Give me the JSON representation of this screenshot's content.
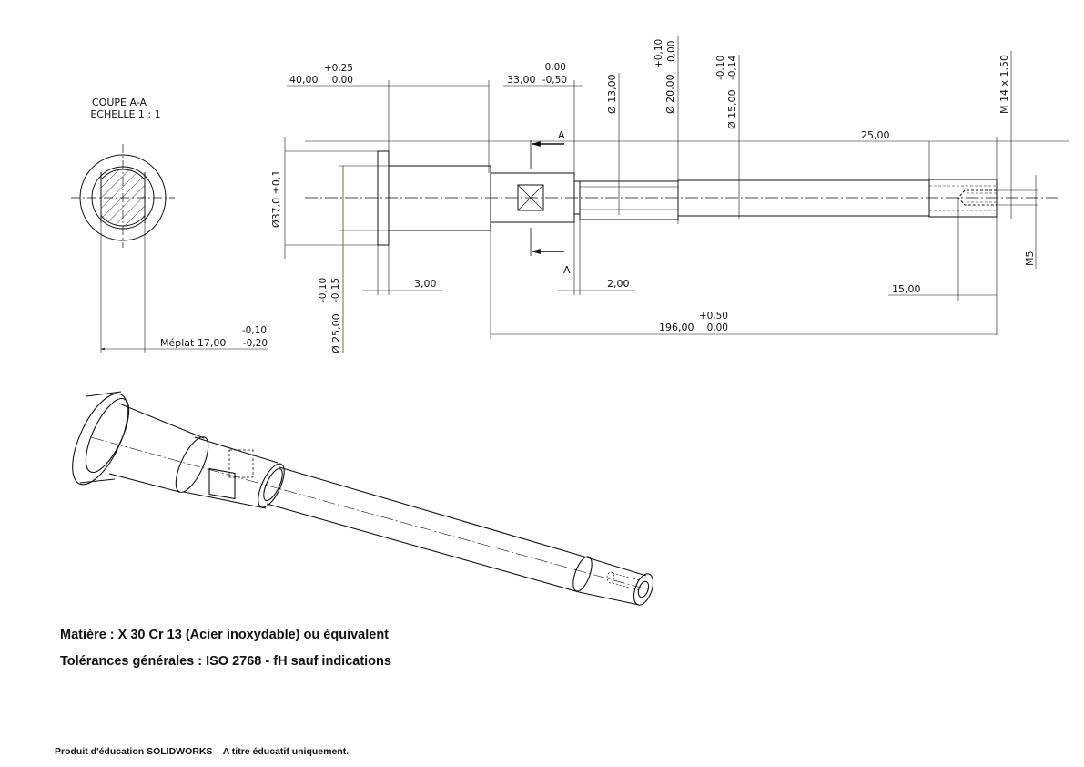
{
  "section": {
    "title": "COUPE A-A",
    "scale": "ECHELLE 1 : 1",
    "meplat": "Méplat 17,00",
    "meplat_tol_upper": "-0,10",
    "meplat_tol_lower": "-0,20"
  },
  "dims": {
    "d40": "40,00",
    "d40_tol_up": "+0,25",
    "d40_tol_low": "0,00",
    "d33": "33,00",
    "d33_tol_up": "0,00",
    "d33_tol_low": "-0,50",
    "d13": "Ø 13,00",
    "d20": "Ø 20,00",
    "d20_tol_up": "+0,10",
    "d20_tol_low": "0,00",
    "d15": "Ø 15,00",
    "d15_tol_up": "-0,10",
    "d15_tol_low": "-0,14",
    "thread": "M 14 x 1,50",
    "d25_top": "25,00",
    "d37": "Ø37,0 ±0,1",
    "d25dia": "Ø 25,00",
    "d25dia_tol_up": "-0,10",
    "d25dia_tol_low": "-0,15",
    "d3": "3,00",
    "d2": "2,00",
    "d15len": "15,00",
    "m5": "M5",
    "d196": "196,00",
    "d196_tol_up": "+0,50",
    "d196_tol_low": "0,00",
    "sectionA_top": "A",
    "sectionA_bottom": "A"
  },
  "notes": {
    "material": "Matière : X 30 Cr 13 (Acier inoxydable) ou équivalent",
    "tolerances": "Tolérances générales : ISO 2768 - fH   sauf indications"
  },
  "footer": "Produit d'éducation SOLIDWORKS – A titre éducatif uniquement.",
  "colors": {
    "line": "#111111",
    "dimension_accent": "#6b7a1a"
  }
}
